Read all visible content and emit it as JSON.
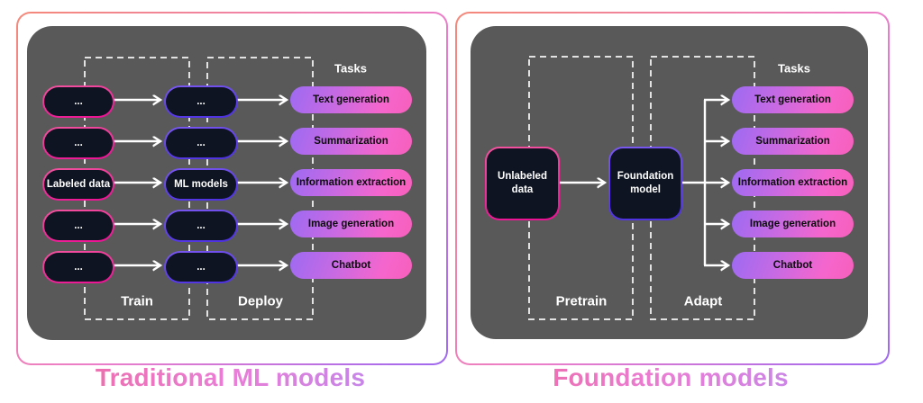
{
  "left_panel": {
    "title": "Traditional ML models",
    "tasks_header": "Tasks",
    "stages": [
      {
        "label": "Train"
      },
      {
        "label": "Deploy"
      }
    ],
    "input_pills": [
      "...",
      "...",
      "Labeled data",
      "...",
      "..."
    ],
    "model_pills": [
      "...",
      "...",
      "ML models",
      "...",
      "..."
    ],
    "tasks": [
      "Text generation",
      "Summarization",
      "Information extraction",
      "Image generation",
      "Chatbot"
    ]
  },
  "right_panel": {
    "title": "Foundation models",
    "tasks_header": "Tasks",
    "stages": [
      {
        "label": "Pretrain"
      },
      {
        "label": "Adapt"
      }
    ],
    "data_box": "Unlabeled data",
    "model_box": "Foundation model",
    "tasks": [
      "Text generation",
      "Summarization",
      "Information extraction",
      "Image generation",
      "Chatbot"
    ]
  },
  "colors": {
    "background": "#ffffff",
    "panel_border_gradient": [
      "#f4897a",
      "#ec7ec9",
      "#a069f0"
    ],
    "canvas_gray": "#595959",
    "dark_pill_fill": "#0e1421",
    "pink_border": "#eb0f93",
    "violet_border": "#4a2fe0",
    "task_pill_gradient": [
      "#9d6af2",
      "#f75fbb"
    ],
    "title_gradient": [
      "#f0679b",
      "#b28af3"
    ],
    "arrow_white": "#ffffff",
    "dashed_line": "#e2e2e2"
  }
}
